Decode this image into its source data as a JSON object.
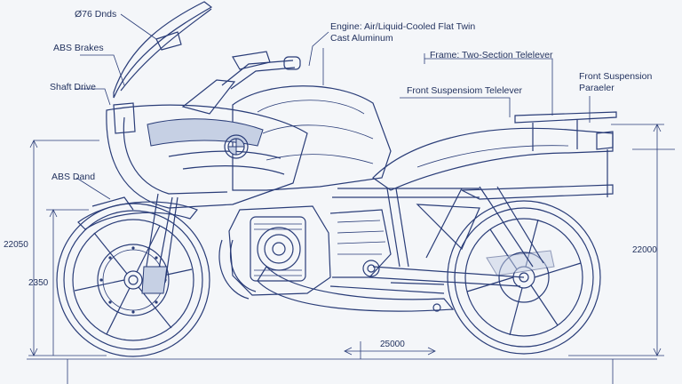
{
  "labels": {
    "disc": "Ø76 Dnds",
    "abs_brakes": "ABS Brakes",
    "shaft_drive": "Shaft Drive",
    "abs_band": "ABS Dand",
    "engine_line1": "Engine: Air/Liquid-Cooled Flat Twin",
    "engine_line2": "Cast Aluminum",
    "frame": "Frame: Two-Section Telelever",
    "front_susp_tele": "Front Suspensiom Telelever",
    "front_susp_line1": "Front Suspension",
    "front_susp_line2": "Paraeler"
  },
  "dimensions": {
    "left_height": "22050",
    "left_inner_height": "2350",
    "right_height": "22000",
    "wheelbase": "25000"
  },
  "colors": {
    "ink": "#2a3d78",
    "paper": "#f4f6f9",
    "shade": "#c6d0e4"
  }
}
